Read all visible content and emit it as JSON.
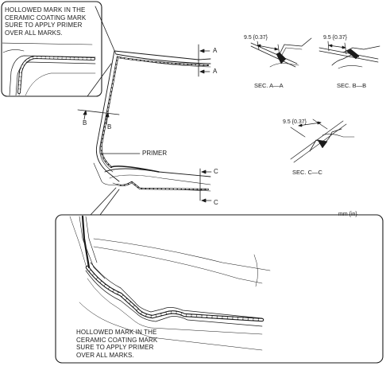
{
  "notes": {
    "top_left": [
      "HOLLOWED MARK IN THE",
      "CERAMIC COATING MARK",
      "SURE TO APPLY PRIMER",
      "OVER ALL MARKS."
    ],
    "bottom": [
      "HOLLOWED MARK IN THE",
      "CERAMIC COATING MARK",
      "SURE TO APPLY PRIMER",
      "OVER ALL MARKS."
    ]
  },
  "callouts": {
    "primer": "PRIMER",
    "a_top": "A",
    "a_bottom": "A",
    "b_left": "B",
    "b_right": "B",
    "c_top": "C",
    "c_bottom": "C"
  },
  "sections": {
    "aa": {
      "dim": "9.5 {0.37}",
      "title": "SEC. A—A"
    },
    "bb": {
      "dim": "9.5 {0.37}",
      "title": "SEC. B—B"
    },
    "cc": {
      "dim": "9.5 {0.37}",
      "title": "SEC. C—C"
    }
  },
  "units": "mm {in}"
}
